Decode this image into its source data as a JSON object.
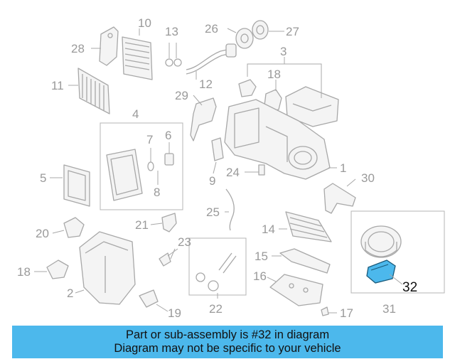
{
  "highlight_color": "#4cb8ec",
  "callouts": {
    "n2": "2",
    "n3": "3",
    "n4": "4",
    "n5": "5",
    "n6": "6",
    "n7": "7",
    "n8": "8",
    "n9": "9",
    "n10": "10",
    "n11": "11",
    "n12": "12",
    "n13": "13",
    "n14": "14",
    "n15": "15",
    "n16": "16",
    "n17": "17",
    "n18a": "18",
    "n18b": "18",
    "n19": "19",
    "n20": "20",
    "n21": "21",
    "n22": "22",
    "n23": "23",
    "n24": "24",
    "n25": "25",
    "n26": "26",
    "n27": "27",
    "n28": "28",
    "n29": "29",
    "n30": "30",
    "n31": "31",
    "n32": "32",
    "n1": "1"
  },
  "banner": {
    "line1": "Part or sub-assembly is #32 in diagram",
    "line2": "Diagram may not be specific to your vehicle"
  }
}
